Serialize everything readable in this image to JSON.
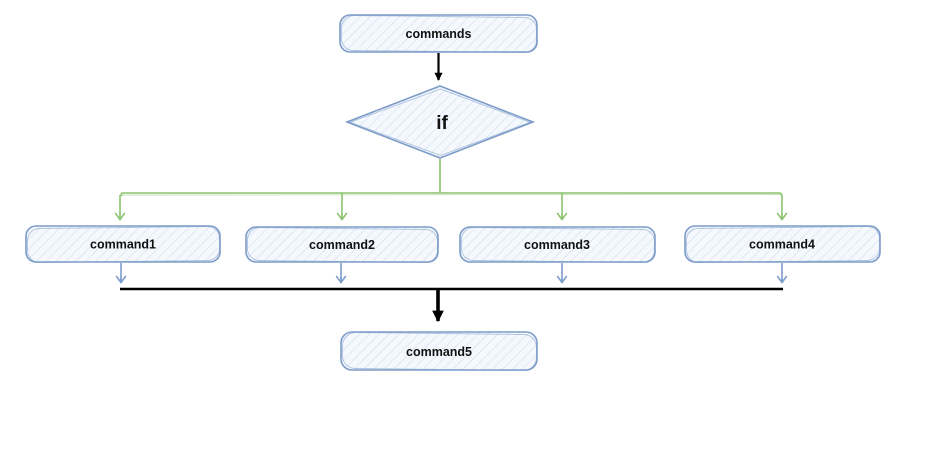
{
  "diagram": {
    "type": "flowchart",
    "style": "hand-drawn-sketch",
    "nodes": [
      {
        "id": "commands",
        "label": "commands",
        "shape": "rounded-rectangle"
      },
      {
        "id": "if",
        "label": "if",
        "shape": "diamond"
      },
      {
        "id": "command1",
        "label": "command1",
        "shape": "rounded-rectangle"
      },
      {
        "id": "command2",
        "label": "command2",
        "shape": "rounded-rectangle"
      },
      {
        "id": "command3",
        "label": "command3",
        "shape": "rounded-rectangle"
      },
      {
        "id": "command4",
        "label": "command4",
        "shape": "rounded-rectangle"
      },
      {
        "id": "command5",
        "label": "command5",
        "shape": "rounded-rectangle"
      }
    ],
    "edges": [
      {
        "from": "commands",
        "to": "if",
        "style": "black-arrow"
      },
      {
        "from": "if",
        "to": "command1",
        "style": "green-arrow"
      },
      {
        "from": "if",
        "to": "command2",
        "style": "green-arrow"
      },
      {
        "from": "if",
        "to": "command3",
        "style": "green-arrow"
      },
      {
        "from": "if",
        "to": "command4",
        "style": "green-arrow"
      },
      {
        "from": "command1",
        "to": "join-bar",
        "style": "blue-arrow"
      },
      {
        "from": "command2",
        "to": "join-bar",
        "style": "blue-arrow"
      },
      {
        "from": "command3",
        "to": "join-bar",
        "style": "blue-arrow"
      },
      {
        "from": "command4",
        "to": "join-bar",
        "style": "blue-arrow"
      },
      {
        "from": "join-bar",
        "to": "command5",
        "style": "bold-black-arrow"
      }
    ],
    "colors": {
      "node_border": "#7d9cc8",
      "node_fill": "#f5f9fe",
      "node_hatch": "#d3e0f0",
      "edge_green": "#8bc470",
      "edge_blue": "#7d9ccd",
      "edge_black": "#000000",
      "label_text": "#111111",
      "background": "#ffffff"
    }
  }
}
